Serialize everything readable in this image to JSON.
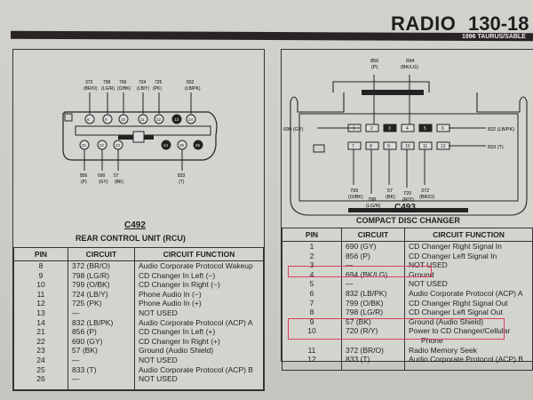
{
  "header": {
    "section": "RADIO",
    "page_code": "130-18",
    "model": "1996 TAURUS/SABLE"
  },
  "highlight_color": "#d9405a",
  "c492": {
    "connector": "C492",
    "title": "REAR CONTROL UNIT (RCU)",
    "top_wires": [
      {
        "pin": "8",
        "circuit": "372",
        "color": "(BR/O)"
      },
      {
        "pin": "9",
        "circuit": "798",
        "color": "(LG/R)"
      },
      {
        "pin": "10",
        "circuit": "799",
        "color": "(O/BK)"
      },
      {
        "pin": "11",
        "circuit": "724",
        "color": "(LB/Y)"
      },
      {
        "pin": "12",
        "circuit": "725",
        "color": "(PK)"
      },
      {
        "pin": "13",
        "circuit": "",
        "color": ""
      },
      {
        "pin": "14",
        "circuit": "832",
        "color": "(LB/PK)"
      }
    ],
    "bottom_wires": [
      {
        "pin": "21",
        "circuit": "856",
        "color": "(P)"
      },
      {
        "pin": "22",
        "circuit": "690",
        "color": "(GY)"
      },
      {
        "pin": "23",
        "circuit": "57",
        "color": "(BK)"
      },
      {
        "pin": "24",
        "circuit": "",
        "color": ""
      },
      {
        "pin": "25",
        "circuit": "833",
        "color": "(T)"
      },
      {
        "pin": "26",
        "circuit": "",
        "color": ""
      }
    ],
    "table": {
      "headers": [
        "PIN",
        "CIRCUIT",
        "CIRCUIT FUNCTION"
      ],
      "rows": [
        {
          "pin": "8",
          "circuit": "372 (BR/O)",
          "function": "Audio Corporate Protocol Wakeup"
        },
        {
          "pin": "9",
          "circuit": "798 (LG/R)",
          "function": "CD Changer In Left (−)"
        },
        {
          "pin": "10",
          "circuit": "799 (O/BK)",
          "function": "CD Changer In Right (−)"
        },
        {
          "pin": "11",
          "circuit": "724 (LB/Y)",
          "function": "Phone Audio In (−)"
        },
        {
          "pin": "12",
          "circuit": "725 (PK)",
          "function": "Phone Audio In (+)"
        },
        {
          "pin": "13",
          "circuit": "—",
          "function": "NOT USED"
        },
        {
          "pin": "14",
          "circuit": "832 (LB/PK)",
          "function": "Audio Corporate Protocol (ACP) A"
        },
        {
          "pin": "21",
          "circuit": "856 (P)",
          "function": "CD Changer In Left (+)"
        },
        {
          "pin": "22",
          "circuit": "690 (GY)",
          "function": "CD Changer In Right (+)"
        },
        {
          "pin": "23",
          "circuit": "57 (BK)",
          "function": "Ground (Audio Shield)"
        },
        {
          "pin": "24",
          "circuit": "—",
          "function": "NOT USED"
        },
        {
          "pin": "25",
          "circuit": "833 (T)",
          "function": "Audio Corporate Protocol (ACP) B"
        },
        {
          "pin": "26",
          "circuit": "—",
          "function": "NOT USED"
        }
      ]
    }
  },
  "c493": {
    "connector": "C493",
    "title": "COMPACT DISC CHANGER",
    "labels": {
      "p1": "690 (GY)",
      "p2_circuit": "856",
      "p2_color": "(P)",
      "p4_circuit": "694",
      "p4_color": "(BK/LG)",
      "p6": "832 (LB/PK)",
      "p12": "833 (T)",
      "p7_circuit": "799",
      "p7_color": "(O/BK)",
      "p8_circuit": "798",
      "p8_color": "(LG/R)",
      "p9_circuit": "57",
      "p9_color": "(BK)",
      "p10_circuit": "720",
      "p10_color": "(R/Y)",
      "p11_circuit": "372",
      "p11_color": "(BR/O)"
    },
    "pins_top": [
      "1",
      "2",
      "3",
      "4",
      "5",
      "6"
    ],
    "pins_bottom": [
      "7",
      "8",
      "9",
      "10",
      "11",
      "12"
    ],
    "table": {
      "headers": [
        "PIN",
        "CIRCUIT",
        "CIRCUIT FUNCTION"
      ],
      "rows": [
        {
          "pin": "1",
          "circuit": "690 (GY)",
          "function": "CD Changer Right Signal In",
          "highlight": false
        },
        {
          "pin": "2",
          "circuit": "856 (P)",
          "function": "CD Changer Left Signal In",
          "highlight": false
        },
        {
          "pin": "3",
          "circuit": "—",
          "function": "NOT USED",
          "highlight": false
        },
        {
          "pin": "4",
          "circuit": "694 (BK/LG)",
          "function": "Ground",
          "highlight": true
        },
        {
          "pin": "5",
          "circuit": "—",
          "function": "NOT USED",
          "highlight": false
        },
        {
          "pin": "6",
          "circuit": "832 (LB/PK)",
          "function": "Audio Corporate Protocol (ACP) A",
          "highlight": false
        },
        {
          "pin": "7",
          "circuit": "799 (O/BK)",
          "function": "CD Changer Right Signal Out",
          "highlight": false
        },
        {
          "pin": "8",
          "circuit": "798 (LG/R)",
          "function": "CD Changer Left Signal Out",
          "highlight": false
        },
        {
          "pin": "9",
          "circuit": "57 (BK)",
          "function": "Ground (Audio Shield)",
          "highlight": false
        },
        {
          "pin": "10",
          "circuit": "720 (R/Y)",
          "function": "Power to CD Changer/Cellular",
          "function_cont": "Phone",
          "highlight": true
        },
        {
          "pin": "11",
          "circuit": "372 (BR/O)",
          "function": "Radio Memory Seek",
          "highlight": false
        },
        {
          "pin": "12",
          "circuit": "833 (T)",
          "function": "Audio Corporate Protocol (ACP) B",
          "highlight": false
        }
      ]
    }
  }
}
